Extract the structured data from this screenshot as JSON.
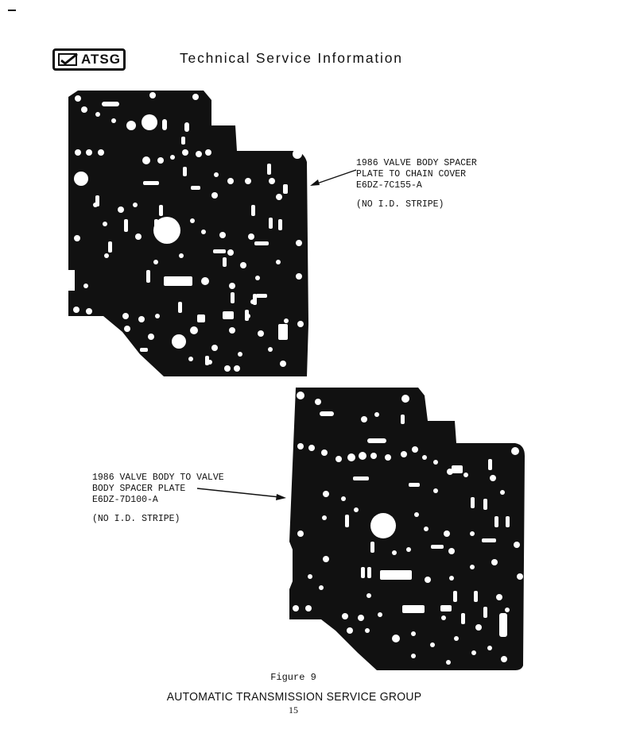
{
  "header": {
    "logo_text": "ATSG",
    "title": "Technical Service Information"
  },
  "top_part": {
    "lines": [
      "1986 VALVE BODY SPACER",
      "PLATE TO CHAIN COVER",
      "E6DZ-7C155-A"
    ],
    "note": "(NO I.D. STRIPE)"
  },
  "bottom_part": {
    "lines": [
      "1986 VALVE BODY TO VALVE",
      "BODY SPACER PLATE",
      "E6DZ-7D100-A"
    ],
    "note": "(NO I.D. STRIPE)"
  },
  "footer": {
    "figure": "Figure 9",
    "organization": "AUTOMATIC TRANSMISSION SERVICE GROUP",
    "page_number": "15"
  },
  "icons": [
    "atsg-check-logo-icon",
    "arrow-icon"
  ],
  "colors": {
    "ink": "#111111",
    "paper": "#ffffff"
  }
}
